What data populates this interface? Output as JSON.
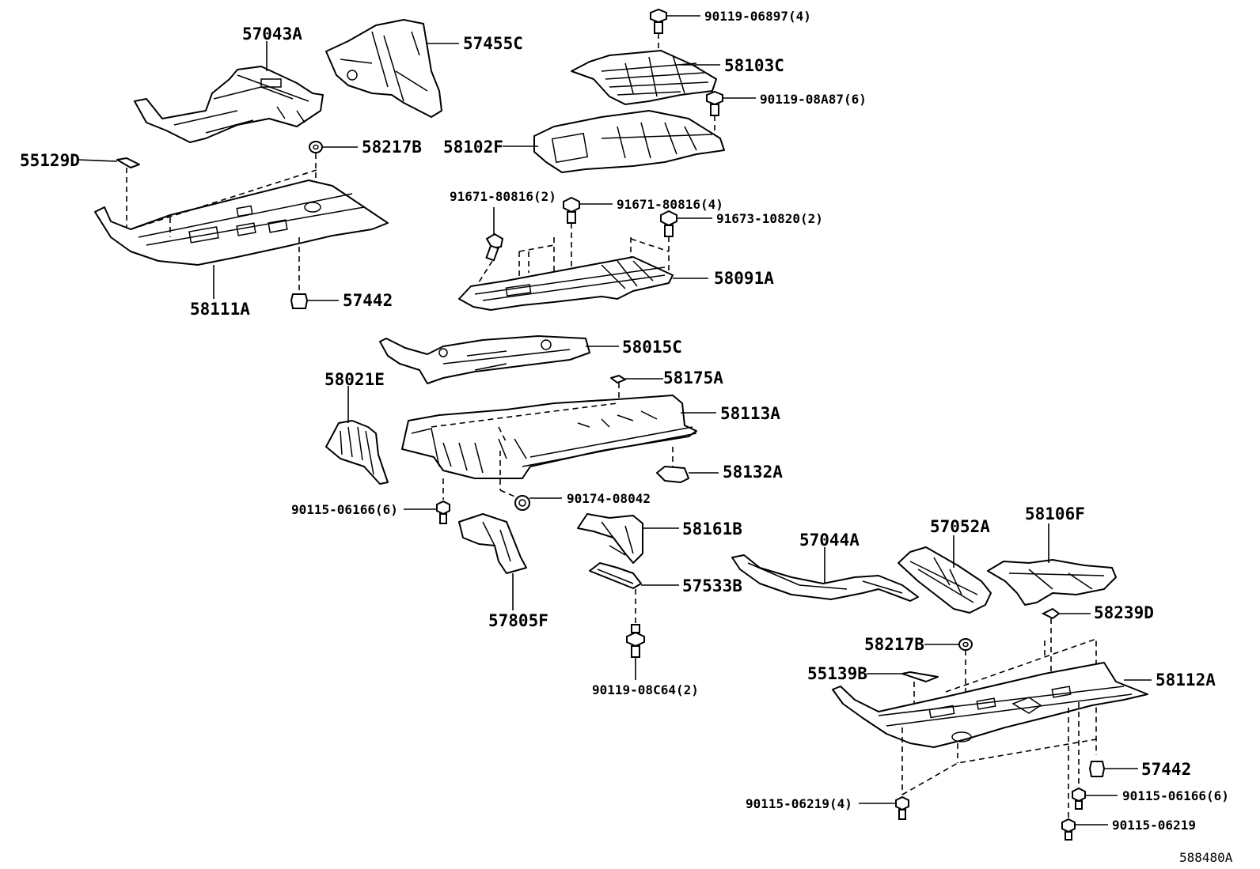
{
  "labels": {
    "p57043A": "57043A",
    "p57455C": "57455C",
    "p90119_06897": "90119-06897(4)",
    "p58103C": "58103C",
    "p90119_08A87": "90119-08A87(6)",
    "p58102F": "58102F",
    "p55129D": "55129D",
    "p58217B_top": "58217B",
    "p58111A": "58111A",
    "p57442_top": "57442",
    "p91671_80816_2": "91671-80816(2)",
    "p91671_80816_4": "91671-80816(4)",
    "p91673_10820": "91673-10820(2)",
    "p58091A": "58091A",
    "p58015C": "58015C",
    "p58021E": "58021E",
    "p58175A": "58175A",
    "p58113A": "58113A",
    "p58132A": "58132A",
    "p90115_06166_mid": "90115-06166(6)",
    "p90174_08042": "90174-08042",
    "p58161B": "58161B",
    "p57044A": "57044A",
    "p57052A": "57052A",
    "p58106F": "58106F",
    "p57533B": "57533B",
    "p57805F": "57805F",
    "p58239D": "58239D",
    "p58217B_bot": "58217B",
    "p58112A": "58112A",
    "p55139B": "55139B",
    "p90119_08C64": "90119-08C64(2)",
    "p57442_bot": "57442",
    "p90115_06219_4": "90115-06219(4)",
    "p90115_06166_bot": "90115-06166(6)",
    "p90115_06219": "90115-06219",
    "diagramId": "588480A"
  }
}
